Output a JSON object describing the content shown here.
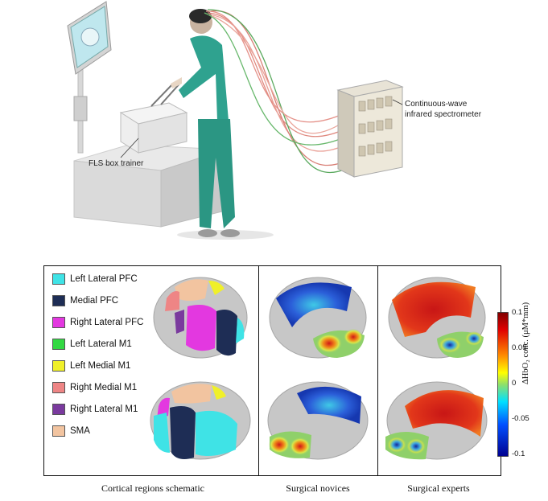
{
  "top_scene": {
    "monitor_label": "",
    "callouts": {
      "fls": "FLS box trainer",
      "spectrometer_line1": "Continuous-wave",
      "spectrometer_line2": "infrared spectrometer"
    }
  },
  "legend": {
    "items": [
      {
        "label": "Left Lateral PFC",
        "color": "#3fe3e6"
      },
      {
        "label": "Medial PFC",
        "color": "#1e2d55"
      },
      {
        "label": "Right Lateral PFC",
        "color": "#e338e0"
      },
      {
        "label": "Left Lateral M1",
        "color": "#33d943"
      },
      {
        "label": "Left Medial M1",
        "color": "#f0f02a"
      },
      {
        "label": "Right Medial M1",
        "color": "#ee8585"
      },
      {
        "label": "Right Lateral M1",
        "color": "#7a3a9e"
      },
      {
        "label": "SMA",
        "color": "#f2c4a0"
      }
    ]
  },
  "captions": {
    "schematic": "Cortical regions schematic",
    "novices": "Surgical novices",
    "experts": "Surgical experts"
  },
  "colorbar": {
    "ticks": [
      "0.1",
      "0.05",
      "0",
      "-0.05",
      "-0.1"
    ],
    "title": "ΔHbO₂ conc. (μM*mm)"
  }
}
